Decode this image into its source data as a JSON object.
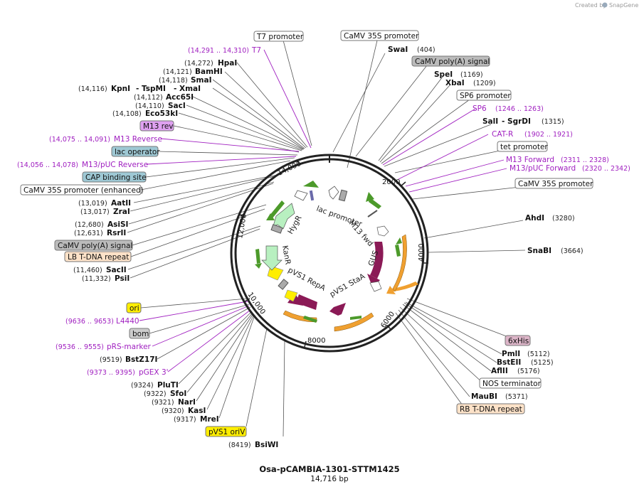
{
  "header": {
    "created_by": "Created by",
    "brand": "SnapGene"
  },
  "plasmid": {
    "name": "Osa-pCAMBIA-1301-STTM1425",
    "size": "14,716 bp"
  },
  "colors": {
    "gus": "#8b1a56",
    "orange": "#f0a030",
    "green": "#4c9a2a",
    "primer": "#a020c0",
    "lightgreen": "#b8f0c0",
    "yellow": "#ffee00"
  },
  "ticks": [
    "2000",
    "4000",
    "6000",
    "8000",
    "10,000",
    "12,000",
    "14,000"
  ],
  "inner_features": [
    "lac promoter",
    "M13 fwd",
    "GUS",
    "pVS1 StaA",
    "pVS1 RepA",
    "KanR",
    "HygR"
  ],
  "labels": {
    "t7_promoter": "T7 promoter",
    "camv_top": "CaMV 35S promoter",
    "swai": "SwaI",
    "swai_pos": "(404)",
    "camv_polya_top": "CaMV poly(A) signal",
    "spei": "SpeI",
    "spei_pos": "(1169)",
    "xbai": "XbaI",
    "xbai_pos": "(1209)",
    "sp6_promoter": "SP6 promoter",
    "sp6": "SP6",
    "sp6_pos": "(1246 .. 1263)",
    "sali": "SalI",
    "sgrdi": "- SgrDI",
    "sali_pos": "(1315)",
    "catr": "CAT-R",
    "catr_pos": "(1902 .. 1921)",
    "tet_promoter": "tet promoter",
    "m13fwd": "M13 Forward",
    "m13fwd_pos": "(2311 .. 2328)",
    "m13pucfwd": "M13/pUC Forward",
    "m13pucfwd_pos": "(2320 .. 2342)",
    "camv_right": "CaMV 35S promoter",
    "ahdi": "AhdI",
    "ahdi_pos": "(3280)",
    "snabi": "SnaBI",
    "snabi_pos": "(3664)",
    "his": "6xHis",
    "pmli": "PmlI",
    "pmli_pos": "(5112)",
    "bsteii": "BstEII",
    "bsteii_pos": "(5125)",
    "aflii": "AflII",
    "aflii_pos": "(5176)",
    "nos": "NOS terminator",
    "maubi": "MauBI",
    "maubi_pos": "(5371)",
    "rb": "RB T-DNA repeat",
    "t7": "T7",
    "t7_pos": "(14,291 .. 14,310)",
    "hpai": "HpaI",
    "hpai_pos": "(14,272)",
    "bamhi": "BamHI",
    "bamhi_pos": "(14,121)",
    "smai": "SmaI",
    "smai_pos": "(14,118)",
    "kpni": "KpnI",
    "tspmi": "- TspMI",
    "xmai": "- XmaI",
    "kpni_pos": "(14,116)",
    "acc65i": "Acc65I",
    "acc65i_pos": "(14,112)",
    "saci_top": "SacI",
    "saci_top_pos": "(14,110)",
    "eco53ki": "Eco53kI",
    "eco53ki_pos": "(14,108)",
    "m13rev": "M13 rev",
    "m13reverse": "M13 Reverse",
    "m13reverse_pos": "(14,075 .. 14,091)",
    "lacop": "lac operator",
    "m13pucrev": "M13/pUC Reverse",
    "m13pucrev_pos": "(14,056 .. 14,078)",
    "cap": "CAP binding site",
    "camv_enh": "CaMV 35S promoter (enhanced)",
    "aatii": "AatII",
    "aatii_pos": "(13,019)",
    "zrai": "ZraI",
    "zrai_pos": "(13,017)",
    "asisi": "AsiSI",
    "asisi_pos": "(12,680)",
    "rsrii": "RsrII",
    "rsrii_pos": "(12,631)",
    "camv_polya_left": "CaMV poly(A) signal",
    "lb": "LB T-DNA repeat",
    "saci_left": "SacII",
    "saci_left_pos": "(11,460)",
    "psii": "PsiI",
    "psii_pos": "(11,332)",
    "ori": "ori",
    "l4440": "L4440",
    "l4440_pos": "(9636 .. 9653)",
    "bom": "bom",
    "prs": "pRS-marker",
    "prs_pos": "(9536 .. 9555)",
    "bstz17i": "BstZ17I",
    "bstz17i_pos": "(9519)",
    "pgex": "pGEX 3'",
    "pgex_pos": "(9373 .. 9395)",
    "pluti": "PluTI",
    "pluti_pos": "(9324)",
    "sfoi": "SfoI",
    "sfoi_pos": "(9322)",
    "nari": "NarI",
    "nari_pos": "(9321)",
    "kasi": "KasI",
    "kasi_pos": "(9320)",
    "mrei": "MreI",
    "mrei_pos": "(9317)",
    "pvs1ori": "pVS1 oriV",
    "bsiwi": "BsiWI",
    "bsiwi_pos": "(8419)"
  }
}
